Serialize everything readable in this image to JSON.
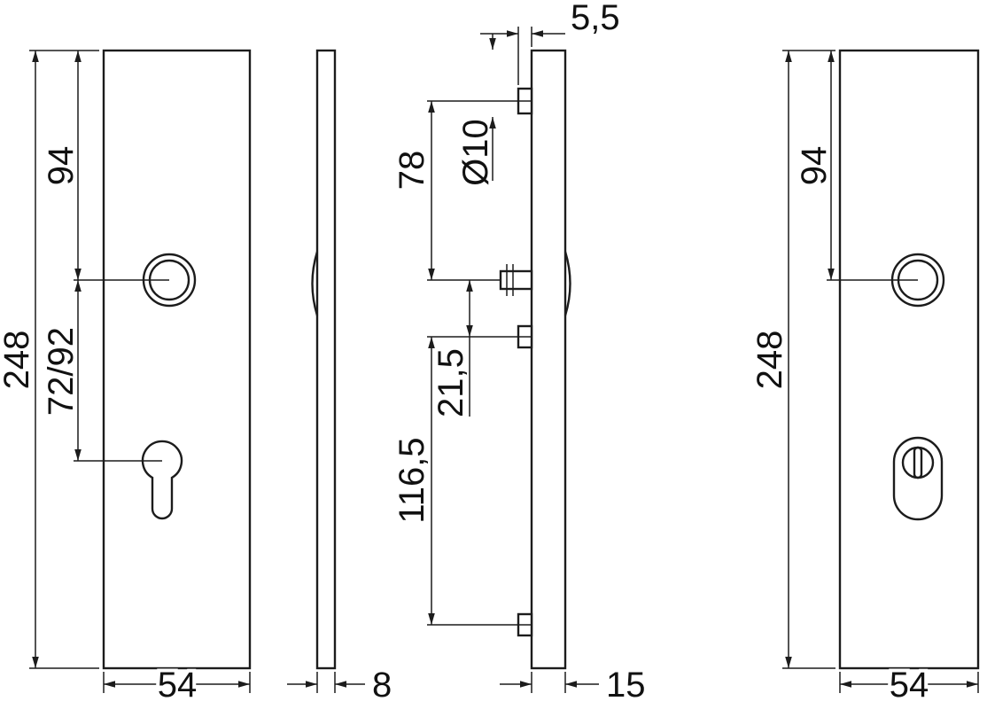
{
  "colors": {
    "line": "#1c1c1c",
    "background": "#ffffff"
  },
  "views": {
    "front_left": {
      "height": "248",
      "top_to_handle": "94",
      "handle_to_cylinder": "72/92",
      "width": "54"
    },
    "profile_inner": {
      "thickness": "8"
    },
    "profile_outer": {
      "protrusion": "5,5",
      "top_span": "78",
      "diameter": "Ø10",
      "mid_span": "21,5",
      "lower_span": "116,5",
      "depth": "15"
    },
    "front_right": {
      "height": "248",
      "top_to_handle": "94",
      "width": "54"
    }
  }
}
